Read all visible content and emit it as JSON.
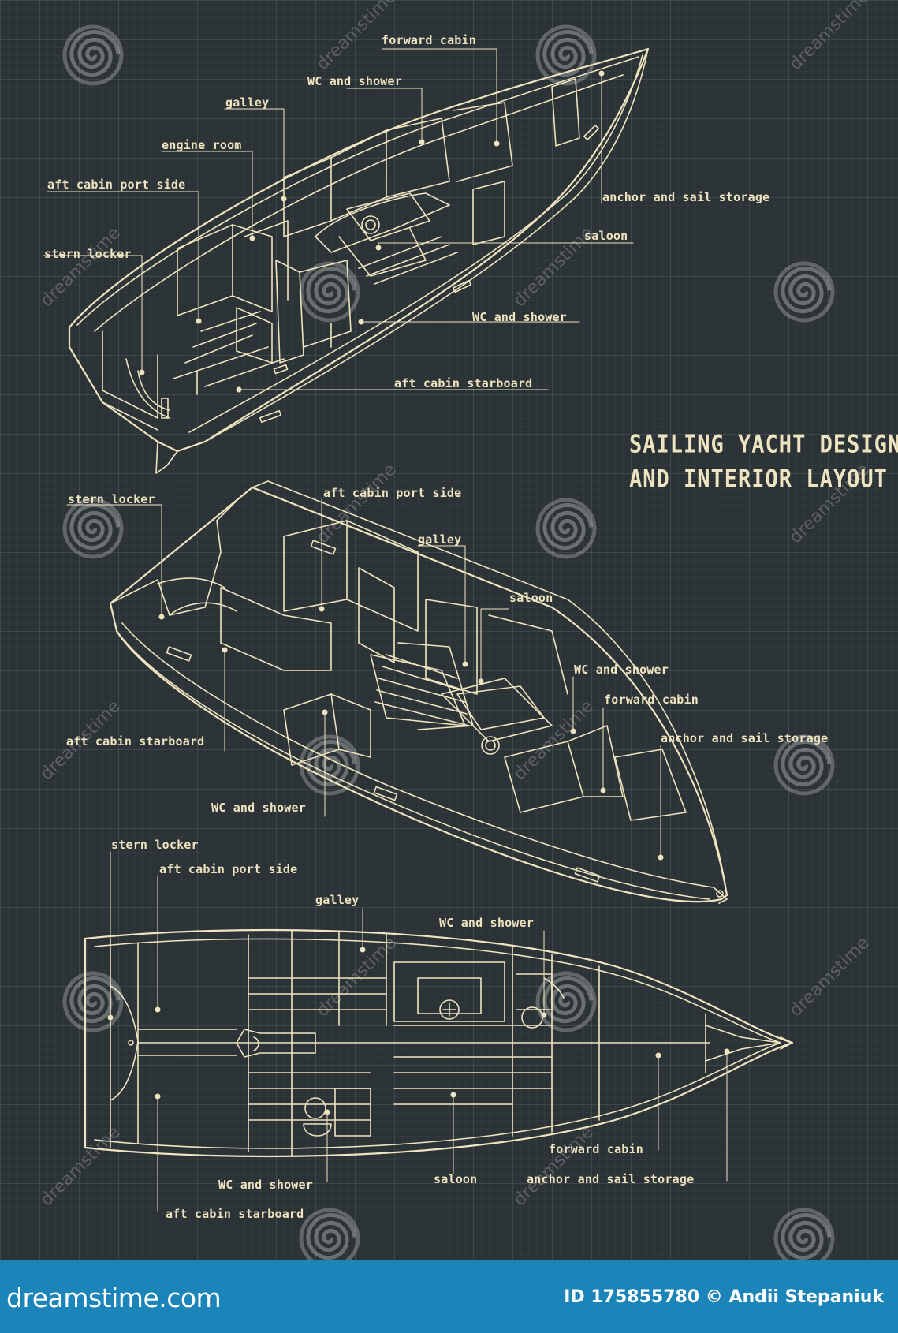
{
  "title": {
    "line1": "SAILING YACHT DESIGN",
    "line2": "AND INTERIOR LAYOUT"
  },
  "views": {
    "top_perspective": {
      "forward_cabin": "forward cabin",
      "wc_shower_1": "WC and shower",
      "galley": "galley",
      "engine_room": "engine room",
      "aft_cabin_port": "aft cabin port side",
      "stern_locker": "stern locker",
      "anchor_storage": "anchor and sail storage",
      "saloon": "saloon",
      "wc_shower_2": "WC and shower",
      "aft_cabin_starboard": "aft cabin starboard"
    },
    "middle_perspective": {
      "stern_locker": "stern locker",
      "aft_cabin_port": "aft cabin port side",
      "galley": "galley",
      "saloon": "saloon",
      "wc_shower_fwd": "WC and shower",
      "forward_cabin": "forward cabin",
      "anchor_storage": "anchor and sail storage",
      "aft_cabin_starboard": "aft cabin starboard",
      "wc_shower_aft": "WC and shower"
    },
    "plan_view": {
      "stern_locker": "stern locker",
      "aft_cabin_port": "aft cabin port side",
      "galley": "galley",
      "wc_shower_fwd": "WC and shower",
      "forward_cabin": "forward cabin",
      "saloon": "saloon",
      "anchor_storage": "anchor and sail storage",
      "wc_shower_aft": "WC and shower",
      "aft_cabin_starboard": "aft cabin starboard"
    }
  },
  "watermark": {
    "text": "dreamstime"
  },
  "footer": {
    "brand": "dreamstime.com",
    "meta": "ID 175855780 © Andii Stepaniuk"
  },
  "colors": {
    "background": "#2c3337",
    "ink": "#efe4c0",
    "footer": "#1b84b8"
  }
}
